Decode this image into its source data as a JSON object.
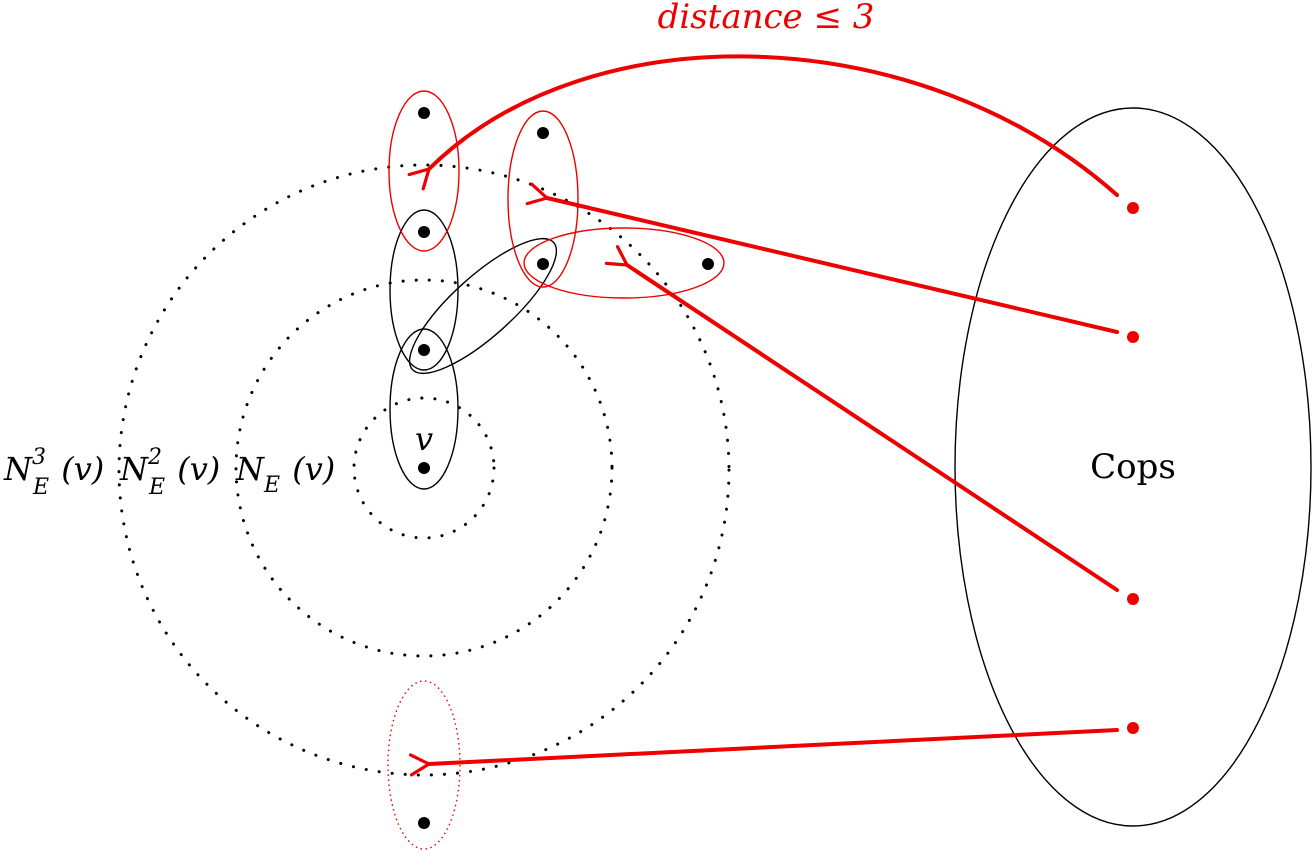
{
  "colors": {
    "ink": "#000000",
    "accent": "#ee0000"
  },
  "labels": {
    "arrow_top": "distance ≤ 3",
    "cops": "Cops",
    "vertex_v": "v",
    "neighborhoods": [
      {
        "base": "N",
        "sub": "E",
        "sup": "3",
        "arg": " (v)"
      },
      {
        "base": "N",
        "sub": "E",
        "sup": "2",
        "arg": " (v)"
      },
      {
        "base": "N",
        "sub": "E",
        "sup": "",
        "arg": " (v)"
      }
    ]
  }
}
